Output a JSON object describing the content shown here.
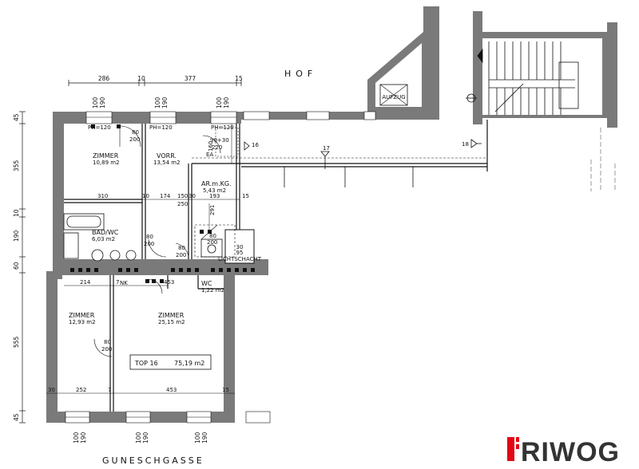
{
  "labels": {
    "hof": "HOF",
    "street": "GUNESCHGASSE",
    "aufzug": "AUFZUG",
    "lichtschacht": "LICHTSCHACHT",
    "brand": "RIWOG",
    "stair_17": "17",
    "stair_16": "16",
    "stair_18": "18"
  },
  "rooms": {
    "zimmer1": {
      "name": "ZIMMER",
      "area": "10,89 m2"
    },
    "vorr": {
      "name": "VORR.",
      "area": "13,54 m2"
    },
    "abr": {
      "name": "AR.m.KG.",
      "area": "5,43 m2"
    },
    "bad": {
      "name": "BAD/WC",
      "area": "6,03 m2"
    },
    "wc": {
      "name": "WC",
      "area": "1,22 m2"
    },
    "nk": {
      "name": "NK"
    },
    "zimmer2": {
      "name": "ZIMMER",
      "area": "12,93 m2"
    },
    "zimmer3": {
      "name": "ZIMMER",
      "area": "25,15 m2"
    }
  },
  "unit": {
    "name": "TOP 16",
    "area": "75,19 m2"
  },
  "top_dims": [
    "286",
    "10",
    "377",
    "15"
  ],
  "left_dims": [
    "45",
    "355",
    "10",
    "190",
    "60",
    "555",
    "45"
  ],
  "window_top": {
    "w": "100",
    "h": "190"
  },
  "window_bottom": {
    "w": "100",
    "h": "190"
  },
  "parapets": {
    "p1": "PH=120",
    "p2": "PH=120",
    "p3": "PH=120"
  },
  "doors": {
    "d1a": "80",
    "d1b": "200",
    "d2a": "80",
    "d2b": "200",
    "d3a": "80",
    "d3b": "200",
    "d4a": "80",
    "d4b": "200",
    "d5a": "90+30",
    "d5b": "220",
    "d6a": "80",
    "d6b": "200",
    "d7": "EA"
  },
  "inner_dims": {
    "i310": "310",
    "i10": "10",
    "i174": "174",
    "i150": "150",
    "i30": "30",
    "i193": "193",
    "i15": "15",
    "i250": "250",
    "i291": "291",
    "i160": "160",
    "i214": "214",
    "i7a": "7",
    "i453a": "453",
    "i252": "252",
    "i7b": "7",
    "i453b": "453",
    "i15b": "15",
    "i30b": "30",
    "ls1": "30",
    "ls2": "95"
  }
}
